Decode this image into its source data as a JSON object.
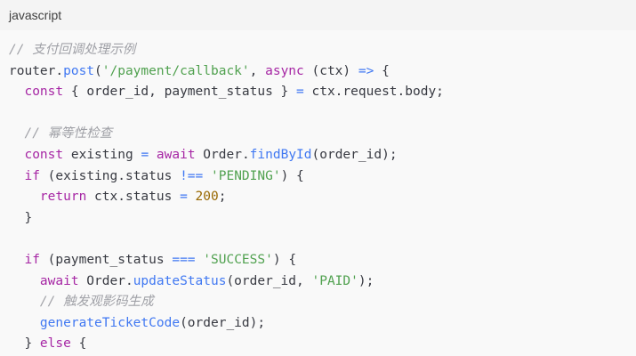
{
  "header": {
    "language": "javascript"
  },
  "colors": {
    "background": "#f9f9f9",
    "header_background": "#f4f4f4",
    "plain": "#383a42",
    "comment": "#a0a1a7",
    "keyword": "#a626a4",
    "function": "#4078f2",
    "string": "#50a14f",
    "operator": "#4078f2",
    "number": "#986801"
  },
  "code": {
    "lines": [
      [
        {
          "t": "comment",
          "v": "// 支付回调处理示例"
        }
      ],
      [
        {
          "t": "plain",
          "v": "router."
        },
        {
          "t": "function",
          "v": "post"
        },
        {
          "t": "plain",
          "v": "("
        },
        {
          "t": "string",
          "v": "'/payment/callback'"
        },
        {
          "t": "plain",
          "v": ", "
        },
        {
          "t": "keyword",
          "v": "async"
        },
        {
          "t": "plain",
          "v": " (ctx) "
        },
        {
          "t": "operator",
          "v": "=>"
        },
        {
          "t": "plain",
          "v": " {"
        }
      ],
      [
        {
          "t": "plain",
          "v": "  "
        },
        {
          "t": "keyword",
          "v": "const"
        },
        {
          "t": "plain",
          "v": " { order_id, payment_status } "
        },
        {
          "t": "operator",
          "v": "="
        },
        {
          "t": "plain",
          "v": " ctx.request.body;"
        }
      ],
      [],
      [
        {
          "t": "plain",
          "v": "  "
        },
        {
          "t": "comment",
          "v": "// 幂等性检查"
        }
      ],
      [
        {
          "t": "plain",
          "v": "  "
        },
        {
          "t": "keyword",
          "v": "const"
        },
        {
          "t": "plain",
          "v": " existing "
        },
        {
          "t": "operator",
          "v": "="
        },
        {
          "t": "plain",
          "v": " "
        },
        {
          "t": "keyword",
          "v": "await"
        },
        {
          "t": "plain",
          "v": " Order."
        },
        {
          "t": "function",
          "v": "findById"
        },
        {
          "t": "plain",
          "v": "(order_id);"
        }
      ],
      [
        {
          "t": "plain",
          "v": "  "
        },
        {
          "t": "keyword",
          "v": "if"
        },
        {
          "t": "plain",
          "v": " (existing.status "
        },
        {
          "t": "operator",
          "v": "!=="
        },
        {
          "t": "plain",
          "v": " "
        },
        {
          "t": "string",
          "v": "'PENDING'"
        },
        {
          "t": "plain",
          "v": ") {"
        }
      ],
      [
        {
          "t": "plain",
          "v": "    "
        },
        {
          "t": "keyword",
          "v": "return"
        },
        {
          "t": "plain",
          "v": " ctx.status "
        },
        {
          "t": "operator",
          "v": "="
        },
        {
          "t": "plain",
          "v": " "
        },
        {
          "t": "number",
          "v": "200"
        },
        {
          "t": "plain",
          "v": ";"
        }
      ],
      [
        {
          "t": "plain",
          "v": "  }"
        }
      ],
      [],
      [
        {
          "t": "plain",
          "v": "  "
        },
        {
          "t": "keyword",
          "v": "if"
        },
        {
          "t": "plain",
          "v": " (payment_status "
        },
        {
          "t": "operator",
          "v": "==="
        },
        {
          "t": "plain",
          "v": " "
        },
        {
          "t": "string",
          "v": "'SUCCESS'"
        },
        {
          "t": "plain",
          "v": ") {"
        }
      ],
      [
        {
          "t": "plain",
          "v": "    "
        },
        {
          "t": "keyword",
          "v": "await"
        },
        {
          "t": "plain",
          "v": " Order."
        },
        {
          "t": "function",
          "v": "updateStatus"
        },
        {
          "t": "plain",
          "v": "(order_id, "
        },
        {
          "t": "string",
          "v": "'PAID'"
        },
        {
          "t": "plain",
          "v": ");"
        }
      ],
      [
        {
          "t": "plain",
          "v": "    "
        },
        {
          "t": "comment",
          "v": "// 触发观影码生成"
        }
      ],
      [
        {
          "t": "plain",
          "v": "    "
        },
        {
          "t": "function",
          "v": "generateTicketCode"
        },
        {
          "t": "plain",
          "v": "(order_id);"
        }
      ],
      [
        {
          "t": "plain",
          "v": "  } "
        },
        {
          "t": "keyword",
          "v": "else"
        },
        {
          "t": "plain",
          "v": " {"
        }
      ]
    ]
  }
}
